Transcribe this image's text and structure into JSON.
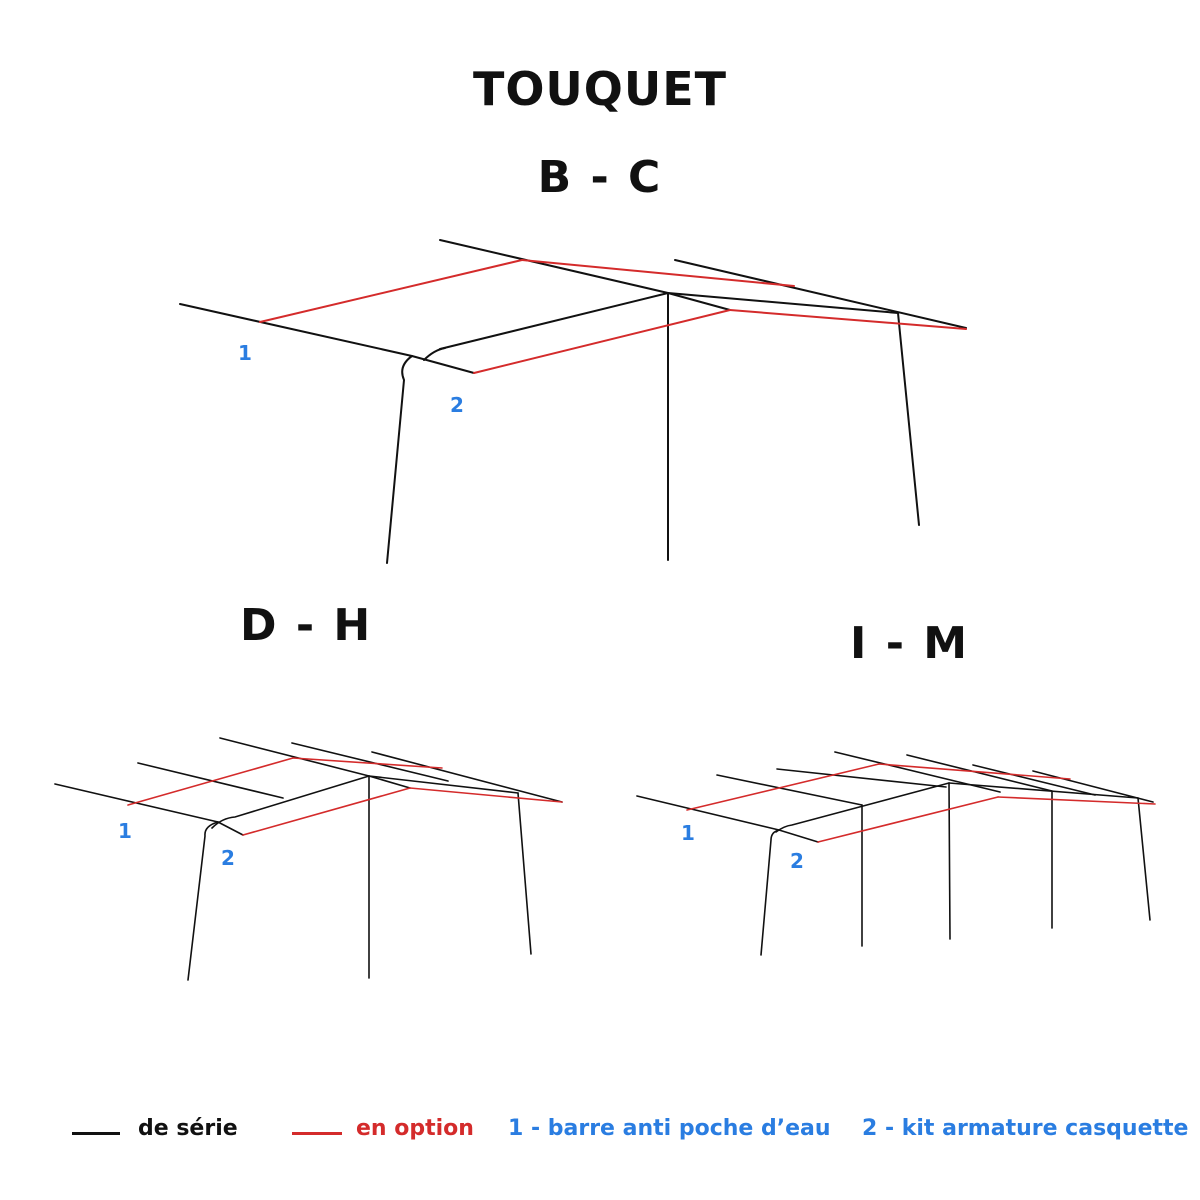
{
  "title": "TOUQUET",
  "models": [
    {
      "label": "B - C"
    },
    {
      "label": "D - H"
    },
    {
      "label": "I - M"
    }
  ],
  "markers": {
    "one": "1",
    "two": "2"
  },
  "legend": {
    "standard": "de série",
    "optional": "en option",
    "item1": "1 - barre anti poche d’eau",
    "item2": "2 - kit armature casquette"
  },
  "colors": {
    "standard": "#111111",
    "optional": "#d42b2b",
    "markers": "#2a7de1"
  }
}
